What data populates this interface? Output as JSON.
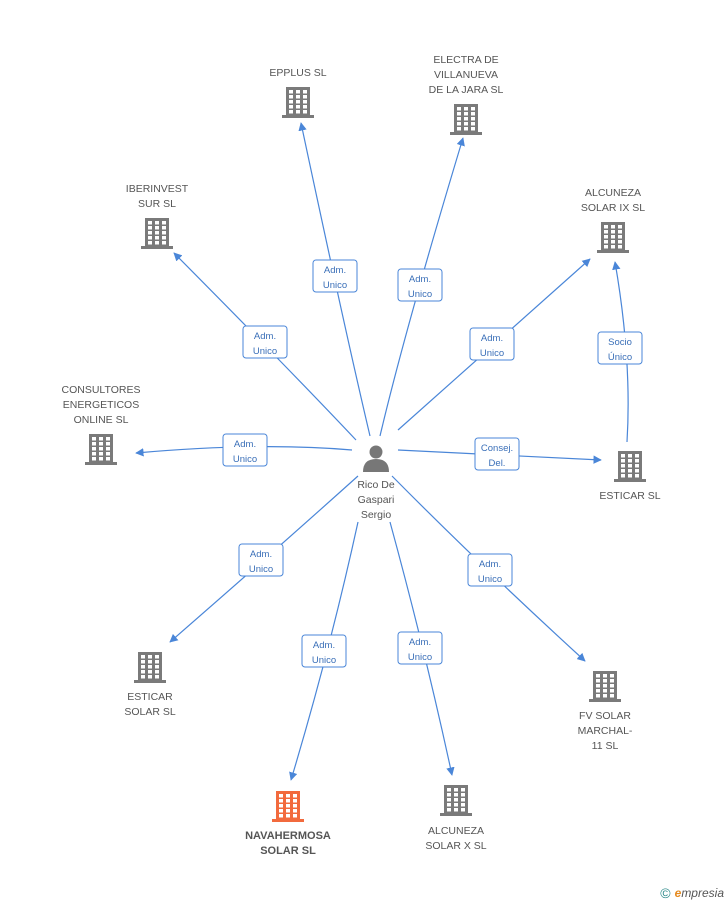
{
  "center": {
    "id": "person",
    "lines": [
      "Rico De",
      "Gaspari",
      "Sergio"
    ]
  },
  "nodes": [
    {
      "id": "epplus",
      "lines": [
        "EPPLUS SL"
      ],
      "highlight": false
    },
    {
      "id": "electra",
      "lines": [
        "ELECTRA DE",
        "VILLANUEVA",
        "DE LA JARA SL"
      ],
      "highlight": false
    },
    {
      "id": "iberinvest",
      "lines": [
        "IBERINVEST",
        "SUR SL"
      ],
      "highlight": false
    },
    {
      "id": "alcuneza9",
      "lines": [
        "ALCUNEZA",
        "SOLAR IX SL"
      ],
      "highlight": false
    },
    {
      "id": "consultores",
      "lines": [
        "CONSULTORES",
        "ENERGETICOS",
        "ONLINE SL"
      ],
      "highlight": false
    },
    {
      "id": "esticar",
      "lines": [
        "ESTICAR SL"
      ],
      "highlight": false
    },
    {
      "id": "esticarsolar",
      "lines": [
        "ESTICAR",
        "SOLAR SL"
      ],
      "highlight": false
    },
    {
      "id": "fvsolar",
      "lines": [
        "FV SOLAR",
        "MARCHAL-",
        "11 SL"
      ],
      "highlight": false
    },
    {
      "id": "navahermosa",
      "lines": [
        "NAVAHERMOSA",
        "SOLAR SL"
      ],
      "highlight": true
    },
    {
      "id": "alcuneza10",
      "lines": [
        "ALCUNEZA",
        "SOLAR X SL"
      ],
      "highlight": false
    }
  ],
  "edges": [
    {
      "from": "person",
      "to": "epplus",
      "lines": [
        "Adm.",
        "Unico"
      ]
    },
    {
      "from": "person",
      "to": "electra",
      "lines": [
        "Adm.",
        "Unico"
      ]
    },
    {
      "from": "person",
      "to": "iberinvest",
      "lines": [
        "Adm.",
        "Unico"
      ]
    },
    {
      "from": "person",
      "to": "alcuneza9",
      "lines": [
        "Adm.",
        "Unico"
      ]
    },
    {
      "from": "person",
      "to": "consultores",
      "lines": [
        "Adm.",
        "Unico"
      ]
    },
    {
      "from": "person",
      "to": "esticar",
      "lines": [
        "Consej.",
        "Del."
      ]
    },
    {
      "from": "esticar",
      "to": "alcuneza9",
      "lines": [
        "Socio",
        "Único"
      ]
    },
    {
      "from": "person",
      "to": "esticarsolar",
      "lines": [
        "Adm.",
        "Unico"
      ]
    },
    {
      "from": "person",
      "to": "fvsolar",
      "lines": [
        "Adm.",
        "Unico"
      ]
    },
    {
      "from": "person",
      "to": "navahermosa",
      "lines": [
        "Adm.",
        "Unico"
      ]
    },
    {
      "from": "person",
      "to": "alcuneza10",
      "lines": [
        "Adm.",
        "Unico"
      ]
    }
  ],
  "colors": {
    "edge": "#4a86d8",
    "building": "#7a7a7a",
    "highlight": "#f26a3d",
    "person": "#777777"
  },
  "footer": {
    "copyright": "©",
    "brand_initial": "e",
    "brand_rest": "mpresia"
  }
}
